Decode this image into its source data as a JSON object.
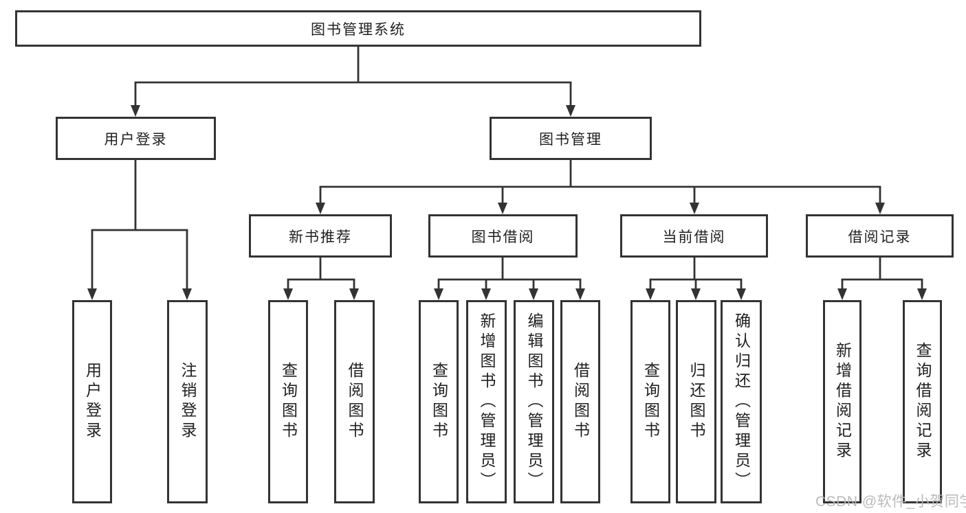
{
  "diagram": {
    "root": {
      "label": "图书管理系统"
    },
    "branches": [
      {
        "label": "用户登录",
        "children": [
          {
            "label": "用户登录"
          },
          {
            "label": "注销登录"
          }
        ]
      },
      {
        "label": "图书管理",
        "children": [
          {
            "label": "新书推荐",
            "children": [
              {
                "label": "查询图书"
              },
              {
                "label": "借阅图书"
              }
            ]
          },
          {
            "label": "图书借阅",
            "children": [
              {
                "label": "查询图书"
              },
              {
                "label": "新增图书（管理员）"
              },
              {
                "label": "编辑图书（管理员）"
              },
              {
                "label": "借阅图书"
              }
            ]
          },
          {
            "label": "当前借阅",
            "children": [
              {
                "label": "查询图书"
              },
              {
                "label": "归还图书"
              },
              {
                "label": "确认归还（管理员）"
              }
            ]
          },
          {
            "label": "借阅记录",
            "children": [
              {
                "label": "新增借阅记录"
              },
              {
                "label": "查询借阅记录"
              }
            ]
          }
        ]
      }
    ]
  },
  "watermark": {
    "text": "CSDN @软件_小贺同学",
    "color": "#b7b7b7"
  },
  "colors": {
    "line": "#333333",
    "box_border": "#333333",
    "text": "#1f1f1f",
    "background": "#ffffff"
  }
}
